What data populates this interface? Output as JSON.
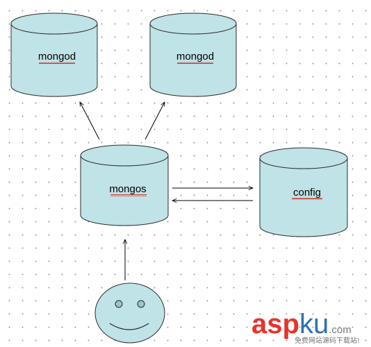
{
  "diagram": {
    "nodes": {
      "mongod_left": {
        "label": "mongod"
      },
      "mongod_right": {
        "label": "mongod"
      },
      "mongos": {
        "label": "mongos"
      },
      "config": {
        "label": "config"
      },
      "user": {
        "icon": "smiley-face-icon"
      }
    },
    "edges": [
      {
        "from": "mongos",
        "to": "mongod_left"
      },
      {
        "from": "mongos",
        "to": "mongod_right"
      },
      {
        "from": "mongos",
        "to": "config"
      },
      {
        "from": "config",
        "to": "mongos"
      },
      {
        "from": "user",
        "to": "mongos"
      }
    ],
    "colors": {
      "cylinder_fill": "#bfe3e6",
      "cylinder_stroke": "#2b2b2b",
      "face_fill": "#bfe3e6",
      "arrow": "#000000",
      "spellcheck_underline": "#d40000"
    }
  },
  "watermark": {
    "brand_red": "asp",
    "brand_blue": "ku",
    "domain_suffix": ".com",
    "tagline": "免费网站源码下载站!",
    "colors": {
      "red": "#e8332a",
      "blue": "#2f6fb3"
    }
  }
}
